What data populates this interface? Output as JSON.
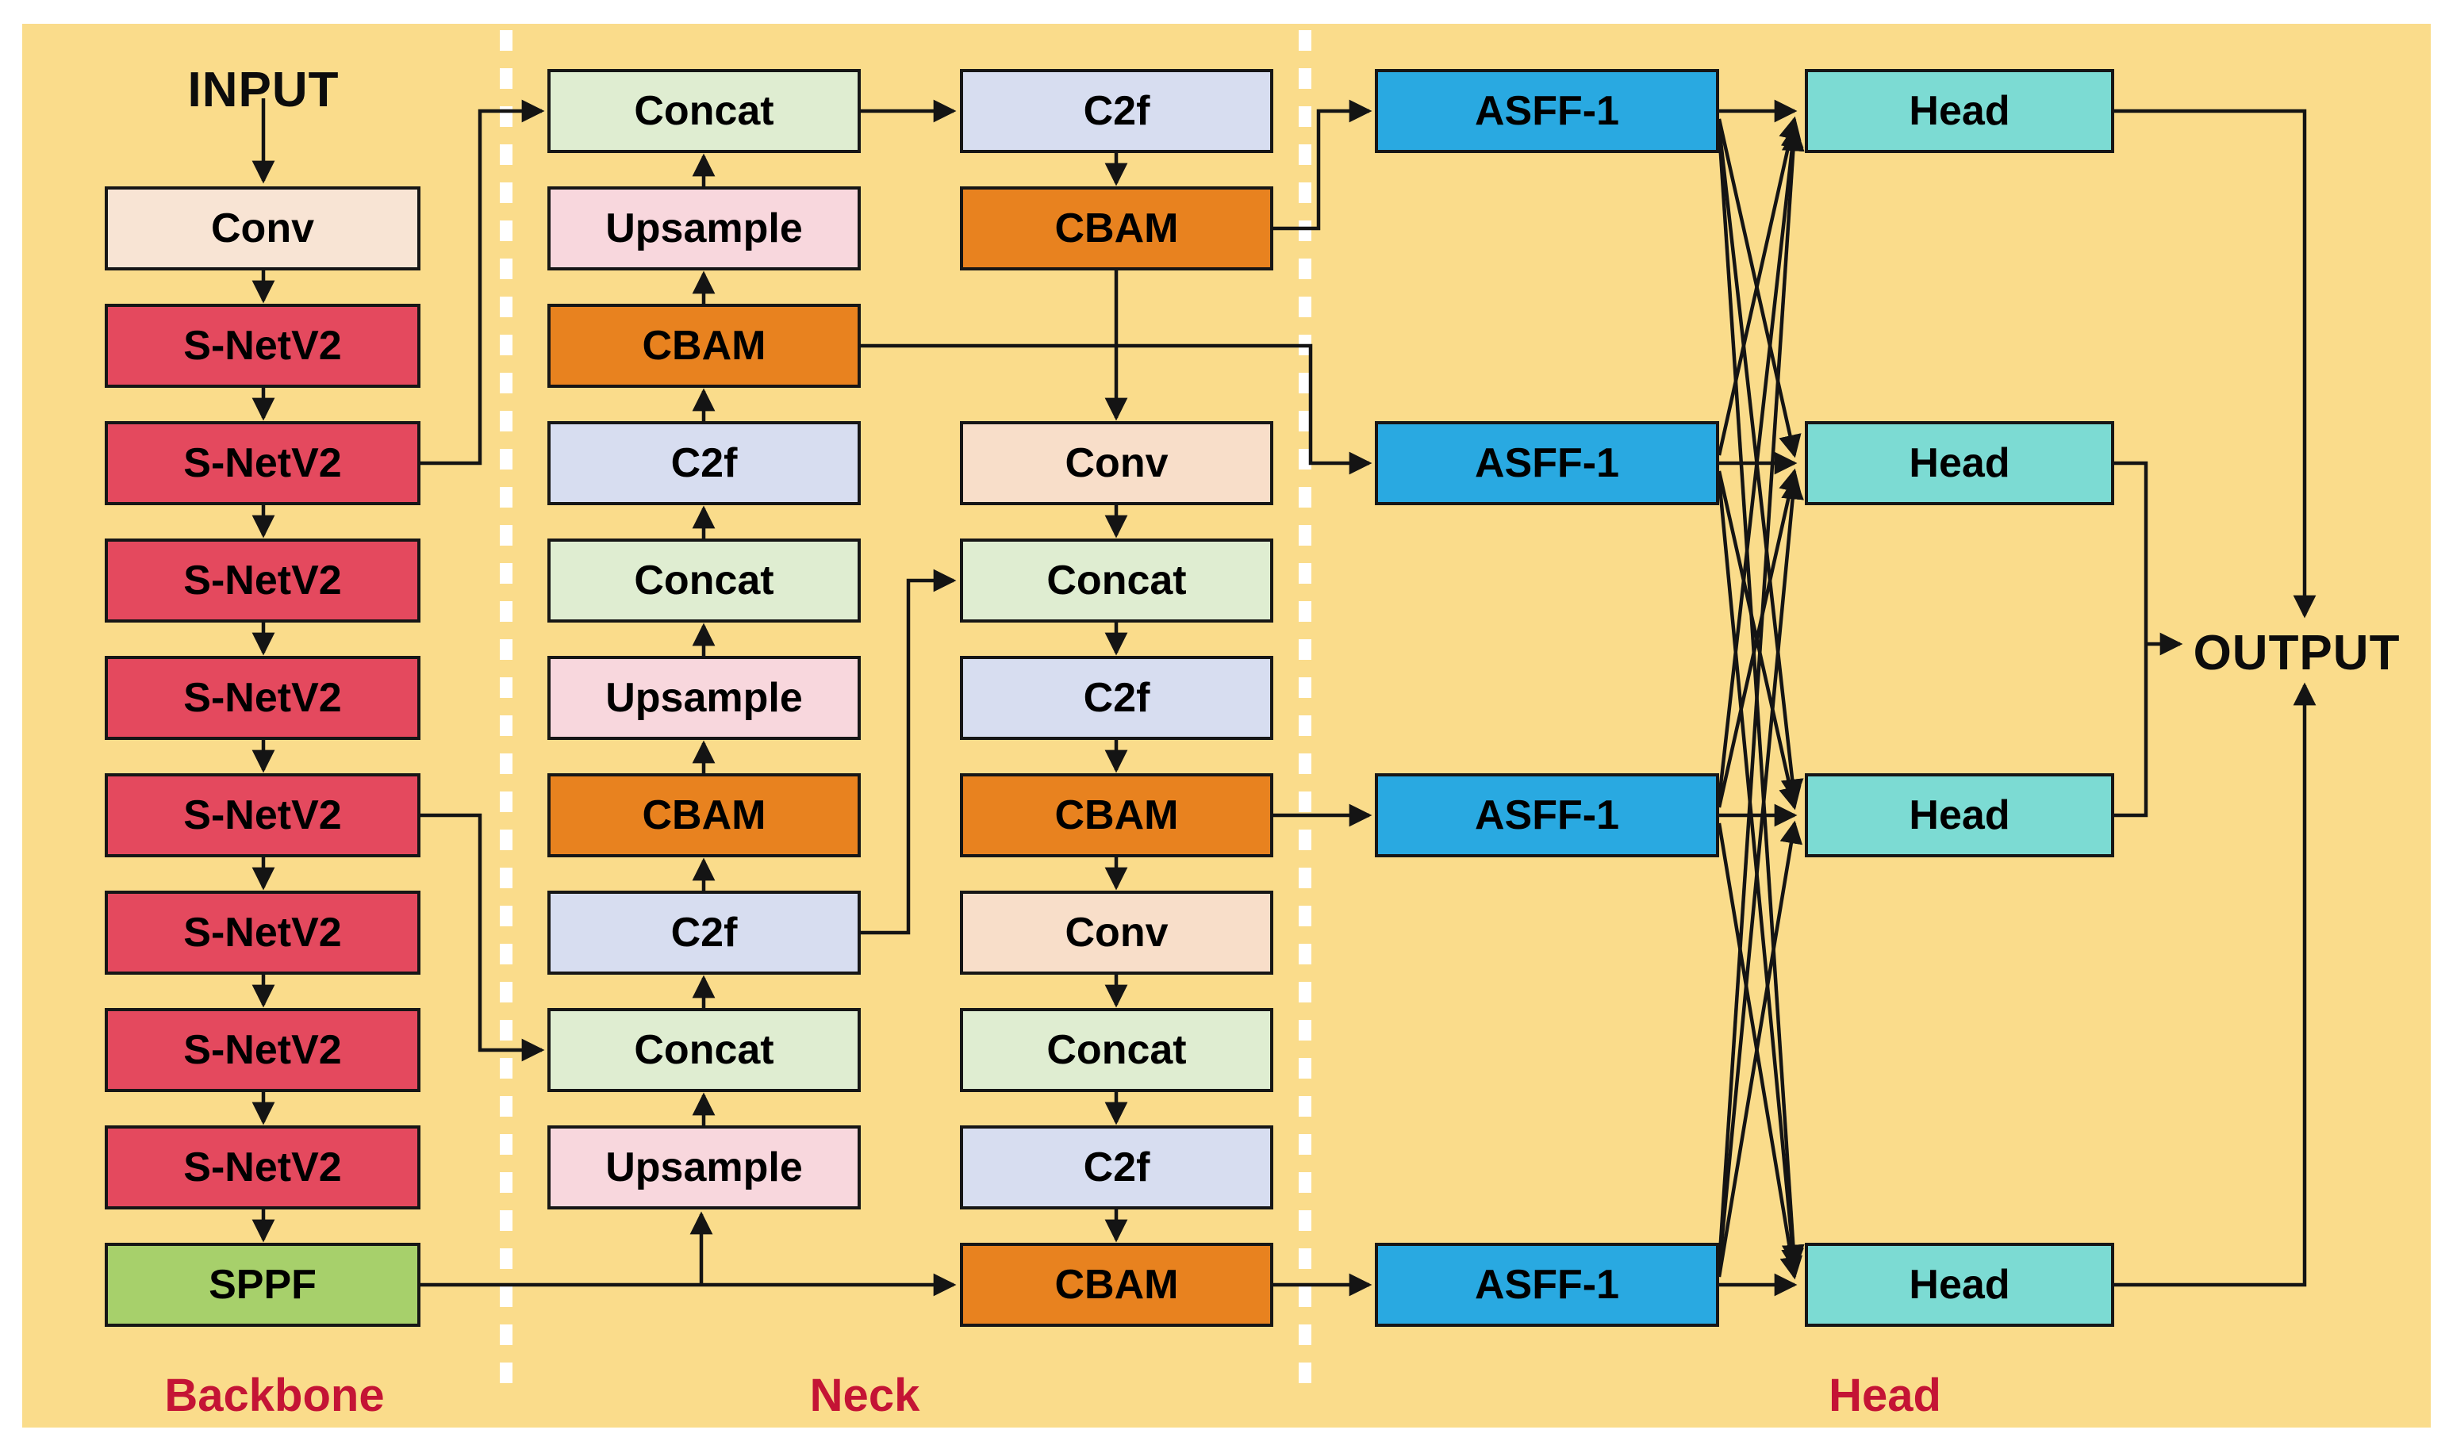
{
  "input_label": "INPUT",
  "output_label": "OUTPUT",
  "section_labels": [
    "Backbone",
    "Neck",
    "Head"
  ],
  "palette": {
    "background": "#FADC8B",
    "conv_backbone": "#F8E4D4",
    "conv_neck": "#F8DEC9",
    "snetv2": "#E4495E",
    "sppf": "#A7D06B",
    "concat": "#DFEDD1",
    "upsample": "#F8D7DD",
    "cbam": "#E8821F",
    "c2f": "#D7DDF0",
    "asff": "#29A9E1",
    "head": "#7CDBD3",
    "section_label_color": "#C41435",
    "line_color": "#141414",
    "divider_color": "#FFFFFF"
  },
  "nodes": {
    "backbone": [
      {
        "label": "Conv",
        "type": "conv_backbone",
        "row": 1
      },
      {
        "label": "S-NetV2",
        "type": "snetv2",
        "row": 2
      },
      {
        "label": "S-NetV2",
        "type": "snetv2",
        "row": 3
      },
      {
        "label": "S-NetV2",
        "type": "snetv2",
        "row": 4
      },
      {
        "label": "S-NetV2",
        "type": "snetv2",
        "row": 5
      },
      {
        "label": "S-NetV2",
        "type": "snetv2",
        "row": 6
      },
      {
        "label": "S-NetV2",
        "type": "snetv2",
        "row": 7
      },
      {
        "label": "S-NetV2",
        "type": "snetv2",
        "row": 8
      },
      {
        "label": "S-NetV2",
        "type": "snetv2",
        "row": 9
      },
      {
        "label": "SPPF",
        "type": "sppf",
        "row": 10
      }
    ],
    "neck_left": [
      {
        "label": "Concat",
        "type": "concat",
        "row": 0
      },
      {
        "label": "Upsample",
        "type": "upsample",
        "row": 1
      },
      {
        "label": "CBAM",
        "type": "cbam",
        "row": 2
      },
      {
        "label": "C2f",
        "type": "c2f",
        "row": 3
      },
      {
        "label": "Concat",
        "type": "concat",
        "row": 4
      },
      {
        "label": "Upsample",
        "type": "upsample",
        "row": 5
      },
      {
        "label": "CBAM",
        "type": "cbam",
        "row": 6
      },
      {
        "label": "C2f",
        "type": "c2f",
        "row": 7
      },
      {
        "label": "Concat",
        "type": "concat",
        "row": 8
      },
      {
        "label": "Upsample",
        "type": "upsample",
        "row": 9
      }
    ],
    "neck_right": [
      {
        "label": "C2f",
        "type": "c2f",
        "row": 0
      },
      {
        "label": "CBAM",
        "type": "cbam",
        "row": 1
      },
      {
        "label": "Conv",
        "type": "conv_neck",
        "row": 3
      },
      {
        "label": "Concat",
        "type": "concat",
        "row": 4
      },
      {
        "label": "C2f",
        "type": "c2f",
        "row": 5
      },
      {
        "label": "CBAM",
        "type": "cbam",
        "row": 6
      },
      {
        "label": "Conv",
        "type": "conv_neck",
        "row": 7
      },
      {
        "label": "Concat",
        "type": "concat",
        "row": 8
      },
      {
        "label": "C2f",
        "type": "c2f",
        "row": 9
      },
      {
        "label": "CBAM",
        "type": "cbam",
        "row": 10
      }
    ],
    "asff": [
      {
        "label": "ASFF-1",
        "type": "asff",
        "row": 0
      },
      {
        "label": "ASFF-1",
        "type": "asff",
        "row": 3
      },
      {
        "label": "ASFF-1",
        "type": "asff",
        "row": 6
      },
      {
        "label": "ASFF-1",
        "type": "asff",
        "row": 10
      }
    ],
    "head": [
      {
        "label": "Head",
        "type": "head",
        "row": 0
      },
      {
        "label": "Head",
        "type": "head",
        "row": 3
      },
      {
        "label": "Head",
        "type": "head",
        "row": 6
      },
      {
        "label": "Head",
        "type": "head",
        "row": 10
      }
    ]
  }
}
